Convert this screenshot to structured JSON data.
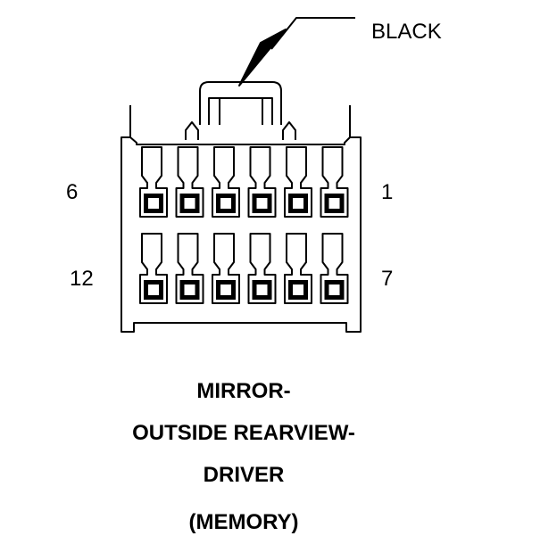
{
  "connector": {
    "color_label": "BLACK",
    "pin_labels": {
      "top_left": "6",
      "top_right": "1",
      "bottom_left": "12",
      "bottom_right": "7"
    },
    "rows": 2,
    "pins_per_row": 6
  },
  "title": {
    "line1": "MIRROR-",
    "line2": "OUTSIDE REARVIEW-",
    "line3": "DRIVER",
    "line4": "(MEMORY)"
  },
  "colors": {
    "ink": "#000000",
    "background": "#ffffff"
  }
}
